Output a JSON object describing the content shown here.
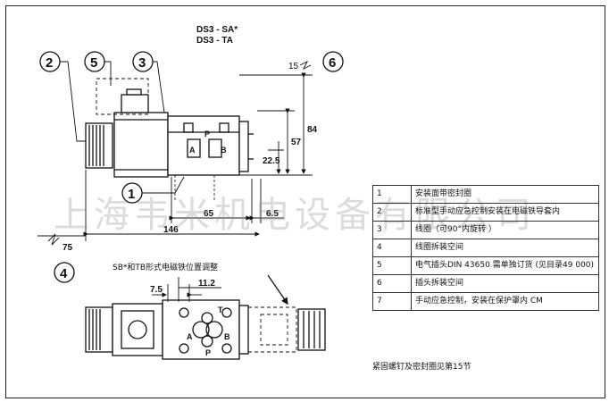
{
  "header": {
    "model_line1": "DS3 - SA*",
    "model_line2": "DS3 - TA"
  },
  "callouts": {
    "c1": "1",
    "c2": "2",
    "c3": "3",
    "c4": "4",
    "c5": "5",
    "c6": "6"
  },
  "dimensions": {
    "d15": "15",
    "d84": "84",
    "d57": "57",
    "d22_5": "22.5",
    "d65": "65",
    "d6_5": "6.5",
    "d146": "146",
    "d75": "75",
    "d7_5": "7.5",
    "d11_2": "11.2"
  },
  "ports": {
    "p": "P",
    "a": "A",
    "b": "B",
    "t": "T"
  },
  "section_title": "SB*和TB形式电磁铁位置调整",
  "watermark": "上海韦米机电设备有限公司",
  "legend": [
    {
      "num": "1",
      "text": "安装面带密封圈"
    },
    {
      "num": "2",
      "text": "标准型手动应急控制安装在电磁铁导套内"
    },
    {
      "num": "3",
      "text": "线圈（可90°内旋转 ）"
    },
    {
      "num": "4",
      "text": "线圈拆装空间"
    },
    {
      "num": "5",
      "text": "电气插头DIN 43650 需单独订货 (见目录49 000)"
    },
    {
      "num": "6",
      "text": "插头拆装空间"
    },
    {
      "num": "7",
      "text": "手动应急控制，安装在保护罩内 CM"
    }
  ],
  "footnote": "紧固螺钉及密封圈见第15节"
}
